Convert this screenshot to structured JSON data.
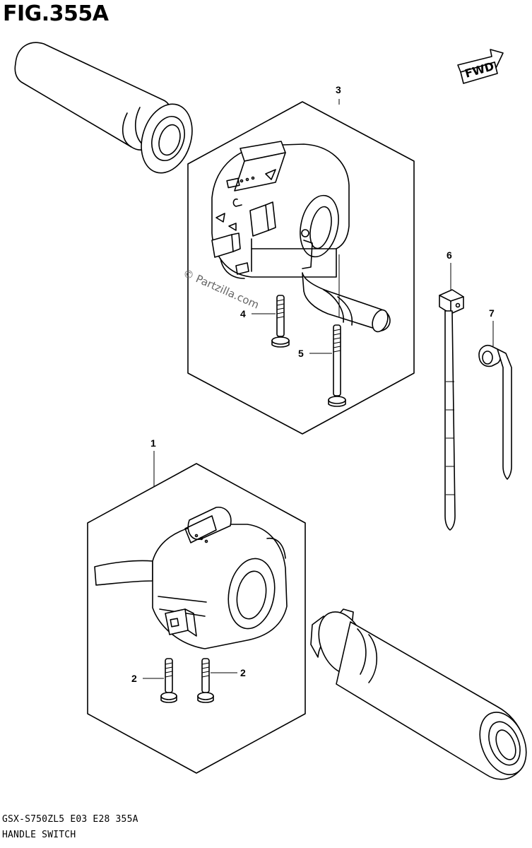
{
  "figure": {
    "title": "FIG.355A"
  },
  "fwd_label": "FWD",
  "watermark": "© Partzilla.com",
  "callouts": {
    "c1": "1",
    "c2a": "2",
    "c2b": "2",
    "c3": "3",
    "c4": "4",
    "c5": "5",
    "c6": "6",
    "c7": "7"
  },
  "footer": {
    "code": "GSX-S750ZL5 E03 E28 355A",
    "name": "HANDLE SWITCH"
  }
}
